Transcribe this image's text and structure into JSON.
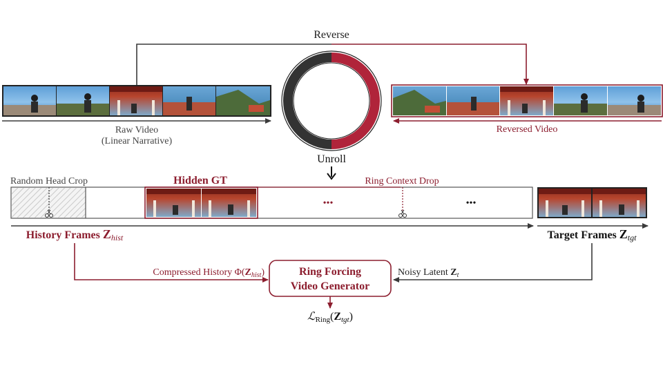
{
  "labels": {
    "reverse": "Reverse",
    "raw_video_line1": "Raw Video",
    "raw_video_line2": "(Linear Narrative)",
    "reversed_video": "Reversed Video",
    "unroll": "Unroll",
    "random_head_crop": "Random Head Crop",
    "hidden_gt": "Hidden GT",
    "ring_context_drop": "Ring Context Drop",
    "ellipsis": "•••",
    "history_frames": "History Frames",
    "history_symbol": "Z",
    "history_sub": "hist",
    "target_frames": "Target Frames",
    "target_symbol": "Z",
    "target_sub": "tgt",
    "compressed_history": "Compressed History Φ(",
    "compressed_symbol": "Z",
    "compressed_sub": "hist",
    "compressed_close": ")",
    "noisy_latent": "Noisy Latent ",
    "noisy_symbol": "Z",
    "noisy_sub": "t",
    "generator_line1": "Ring Forcing",
    "generator_line2": "Video Generator",
    "loss_symbol": "ℒ",
    "loss_sub": "Ring",
    "loss_open": "(",
    "loss_arg": "Z",
    "loss_arg_sub": "tgt",
    "loss_close": ")"
  },
  "colors": {
    "crimson": "#8c1d2e",
    "dark": "#3a3a3a",
    "ring_red": "#b0243a",
    "ring_dark": "#333333"
  },
  "icons": [
    "scissors-icon",
    "down-arrow-icon"
  ]
}
